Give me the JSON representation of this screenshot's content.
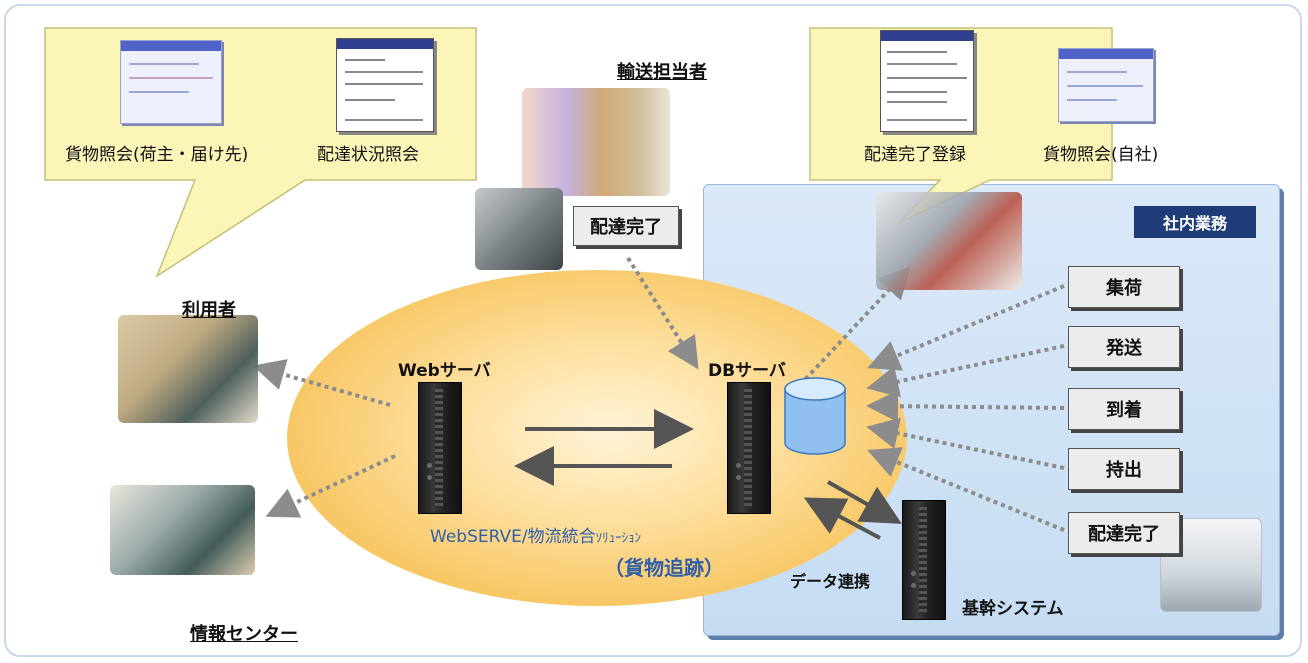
{
  "callout_left": {
    "screen1_caption": "貨物照会(荷主・届け先)",
    "screen2_caption": "配達状況照会"
  },
  "callout_right": {
    "screen1_caption": "配達完了登録",
    "screen2_caption": "貨物照会(自社)"
  },
  "actors": {
    "transport": "輸送担当者",
    "user": "利用者",
    "info_center": "情報センター"
  },
  "mobile_box": "配達完了",
  "internal": {
    "badge": "社内業務",
    "tasks": [
      "集荷",
      "発送",
      "到着",
      "持出",
      "配達完了"
    ]
  },
  "servers": {
    "web": "Webサーバ",
    "db": "DBサーバ",
    "core": "基幹システム"
  },
  "data_link": "データ連携",
  "solution": {
    "name_latin": "WebSERVE/物流統合",
    "name_kana": "ｿﾘｭｰｼｮﾝ",
    "subtitle": "（貨物追跡）"
  },
  "colors": {
    "accent_blue": "#2f5fa8",
    "badge_navy": "#1e3d78",
    "callout_fill": "#fbf6b8",
    "ellipse": "#f7c45e",
    "panel": "#cfe2f6"
  }
}
